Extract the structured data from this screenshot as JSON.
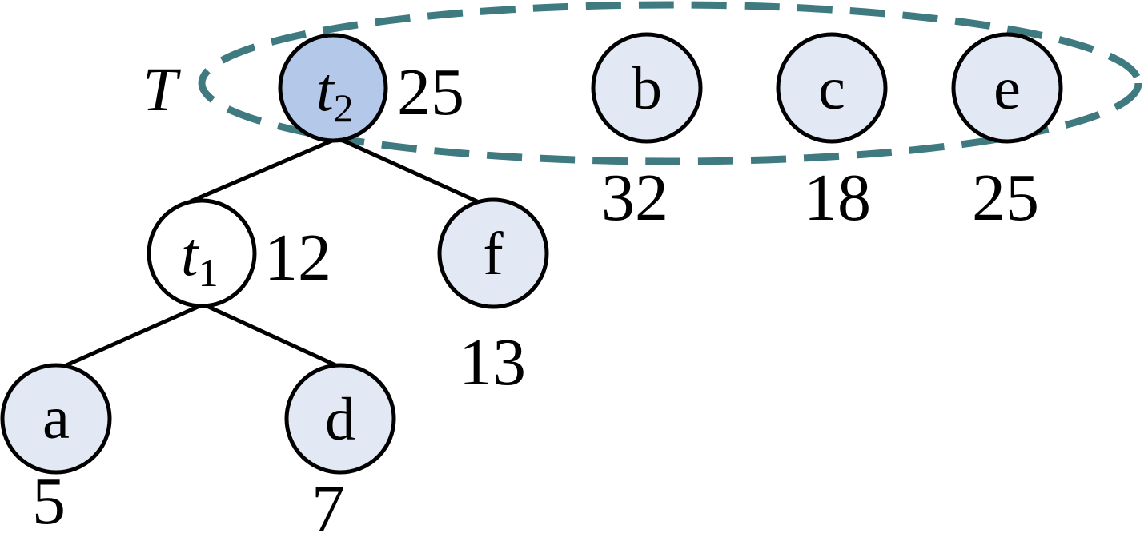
{
  "colors": {
    "leaf_fill": "#e3e9f4",
    "root_fill": "#b4c8ea",
    "internal_fill": "#ffffff",
    "forest_outline": "#3f7a80",
    "stroke": "#000000"
  },
  "forest": {
    "label": "T"
  },
  "tree": {
    "t2": {
      "name": "t",
      "sub": "2",
      "weight": "25"
    },
    "t1": {
      "name": "t",
      "sub": "1",
      "weight": "12"
    },
    "f": {
      "name": "f",
      "weight": "13"
    },
    "a": {
      "name": "a",
      "weight": "5"
    },
    "d": {
      "name": "d",
      "weight": "7"
    }
  },
  "queue": {
    "b": {
      "name": "b",
      "weight": "32"
    },
    "c": {
      "name": "c",
      "weight": "18"
    },
    "e": {
      "name": "e",
      "weight": "25"
    }
  }
}
